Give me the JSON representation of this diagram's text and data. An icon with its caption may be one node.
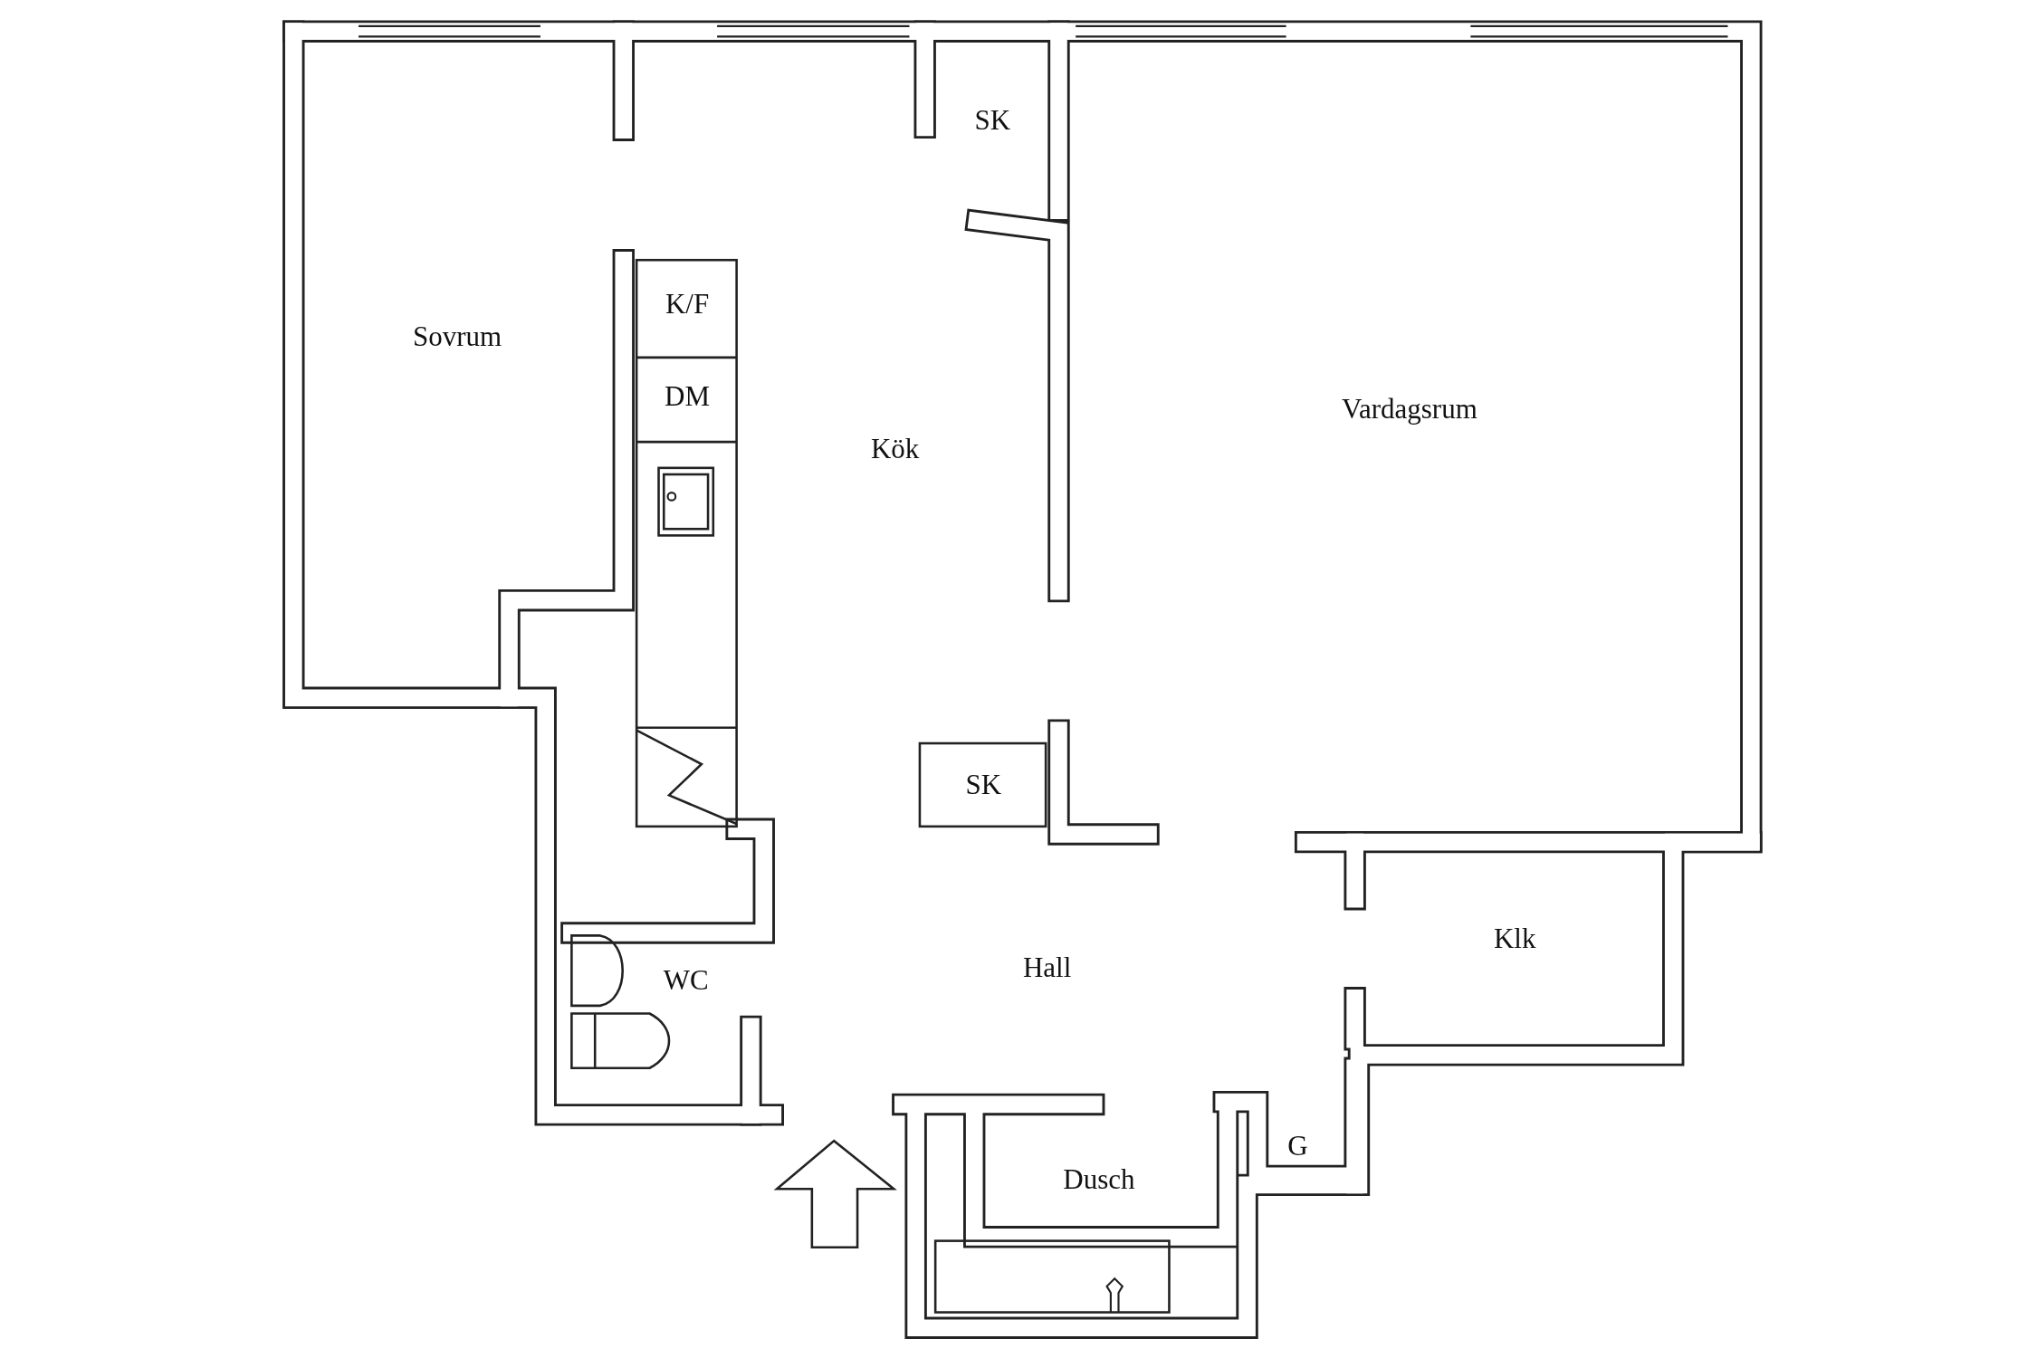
{
  "diagram": {
    "labels": [
      "SK",
      "K/F",
      "Sovrum",
      "DM",
      "Vardagsrum",
      "Kök",
      "SK",
      "Klk",
      "Hall",
      "WC",
      "G",
      "Dusch"
    ]
  }
}
